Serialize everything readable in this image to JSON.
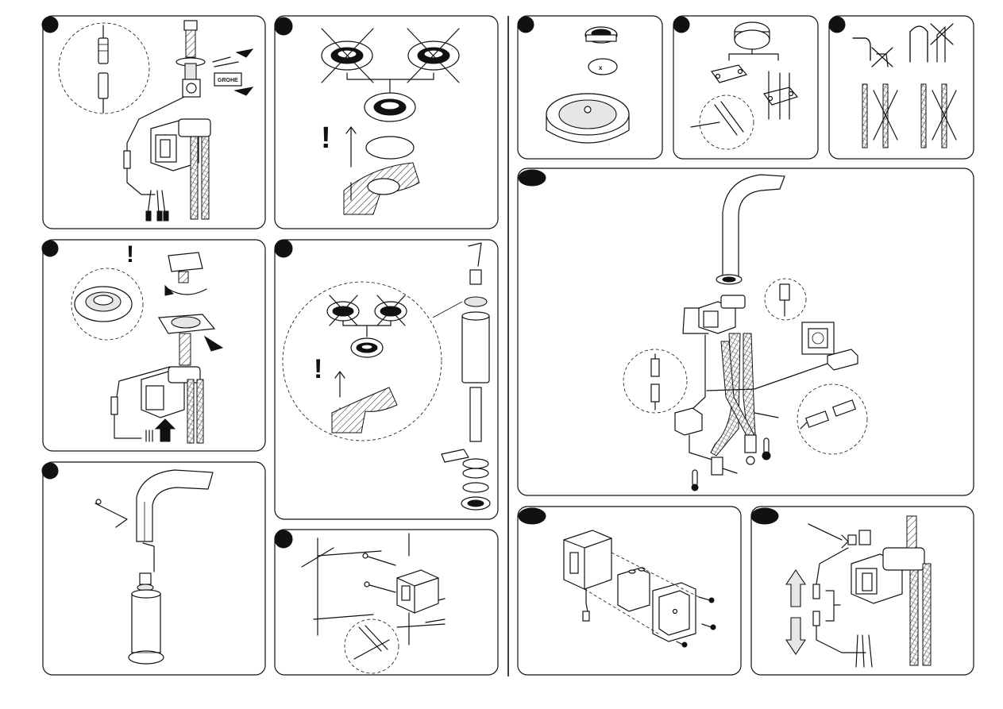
{
  "sheet": {
    "brand_text": "GROHE",
    "warning_glyph": "!",
    "x_glyph": "x",
    "panels": [
      {
        "id": "p1",
        "content": "connect-cable-insert-valve-into-holder"
      },
      {
        "id": "p2",
        "content": "sealing-ring-orientation-with-warning"
      },
      {
        "id": "p3",
        "content": "fix-mounting-nut-warning"
      },
      {
        "id": "p4",
        "content": "sealing-ring-orientation-and-riser-assembly"
      },
      {
        "id": "p5",
        "content": "spout-with-allen-key-and-body"
      },
      {
        "id": "p6",
        "content": "wall-mount-power-supply-box"
      },
      {
        "id": "p7",
        "content": "flow-straightener-disc"
      },
      {
        "id": "p8",
        "content": "mounting-bracket-drilling"
      },
      {
        "id": "p9",
        "content": "hose-bending-do-and-dont"
      },
      {
        "id": "p10",
        "content": "complete-installation-overview"
      },
      {
        "id": "p11",
        "content": "power-supply-box-exploded-view"
      },
      {
        "id": "p12",
        "content": "solenoid-valve-cable-connection"
      }
    ]
  },
  "icons": {
    "warning": "exclamation-icon",
    "forbidden": "cross-out-icon",
    "hot": "hot-thermometer-icon",
    "cold": "cold-thermometer-icon",
    "arrow": "direction-arrow-icon"
  }
}
